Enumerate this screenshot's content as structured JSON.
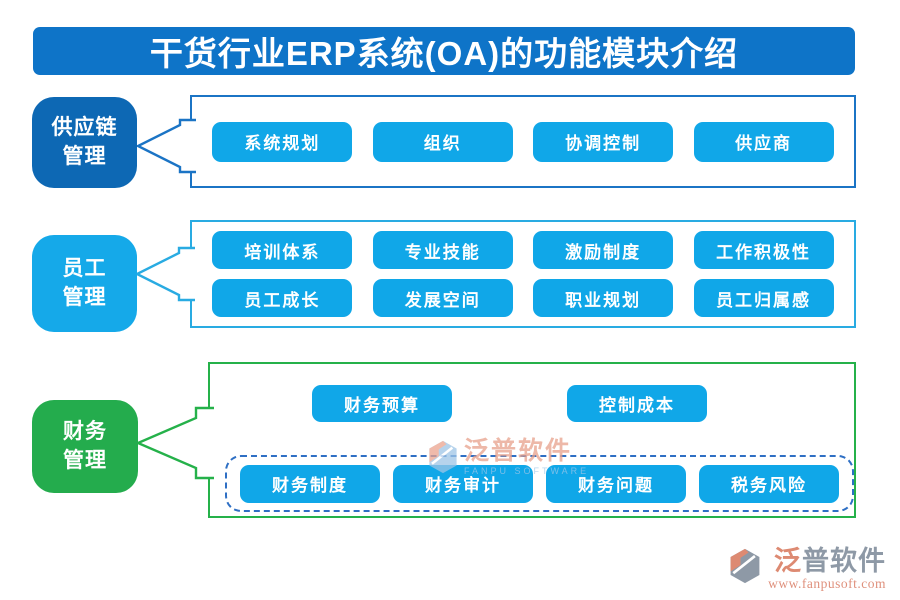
{
  "title": "干货行业ERP系统(OA)的功能模块介绍",
  "colors": {
    "title_bar": "#0e74c8",
    "supply_chain_box": "#0d68b4",
    "supply_chain_border": "#1b74c5",
    "employee_box": "#15a9e9",
    "employee_border": "#29abe2",
    "finance_box": "#24ac4d",
    "finance_border": "#25b14a",
    "module_chip": "#10a7e8",
    "dashed_border": "#2e6fc4",
    "logo_salmon": "#dd8a72",
    "logo_gray": "#8e99a6"
  },
  "sections": [
    {
      "label_line1": "供应链",
      "label_line2": "管理",
      "rows": [
        [
          "系统规划",
          "组织",
          "协调控制",
          "供应商"
        ]
      ]
    },
    {
      "label_line1": "员工",
      "label_line2": "管理",
      "rows": [
        [
          "培训体系",
          "专业技能",
          "激励制度",
          "工作积极性"
        ],
        [
          "员工成长",
          "发展空间",
          "职业规划",
          "员工归属感"
        ]
      ]
    },
    {
      "label_line1": "财务",
      "label_line2": "管理",
      "rows": [
        [
          "财务预算",
          "控制成本"
        ]
      ],
      "dashed": [
        "财务制度",
        "财务审计",
        "财务问题",
        "税务风险"
      ]
    }
  ],
  "watermark": {
    "name": "泛普软件",
    "subtitle": "FANPU SOFTWARE"
  },
  "footer": {
    "brand_accent": "泛",
    "brand_rest": "普软件",
    "url": "www.fanpusoft.com"
  }
}
